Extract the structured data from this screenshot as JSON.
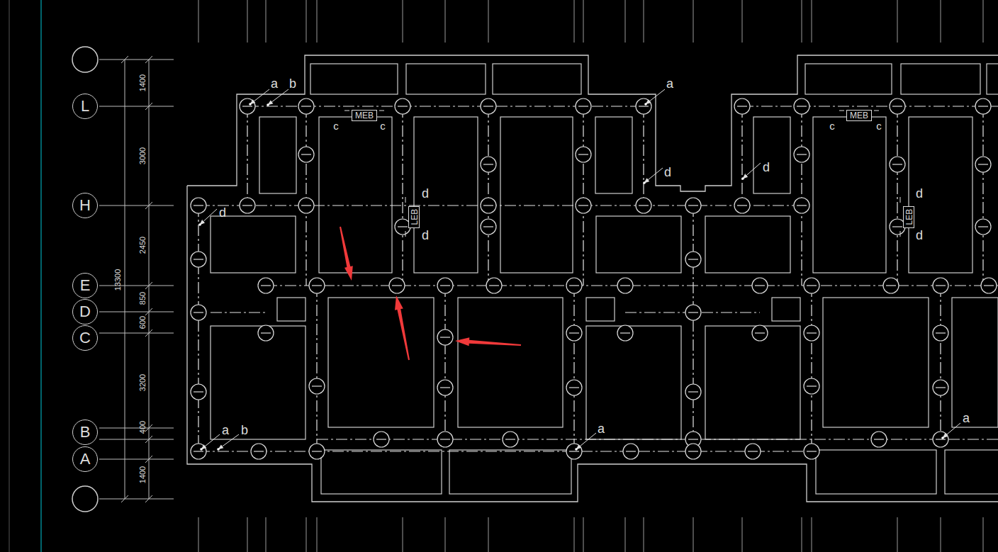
{
  "diagram": {
    "nodes": [
      {
        "text": [
          "L"
        ]
      },
      {
        "text": [
          "MEB"
        ]
      },
      {
        "text": [
          "MEB"
        ]
      },
      {
        "text": [
          "H"
        ]
      },
      {
        "text": [
          "LEB"
        ]
      },
      {
        "text": [
          "LEB"
        ]
      },
      {
        "text": [
          "E"
        ]
      },
      {
        "text": [
          "D"
        ]
      },
      {
        "text": [
          "C"
        ]
      },
      {
        "text": [
          "B"
        ]
      },
      {
        "text": [
          "A"
        ]
      }
    ],
    "labels": [
      "1400",
      "3000",
      "2450",
      "850",
      "600",
      "3200",
      "400",
      "1400",
      "13300",
      "a",
      "b",
      "a",
      "c",
      "c",
      "c",
      "c",
      "d",
      "d",
      "d",
      "d",
      "d",
      "d",
      "d",
      "a",
      "a",
      "a",
      "b"
    ]
  }
}
